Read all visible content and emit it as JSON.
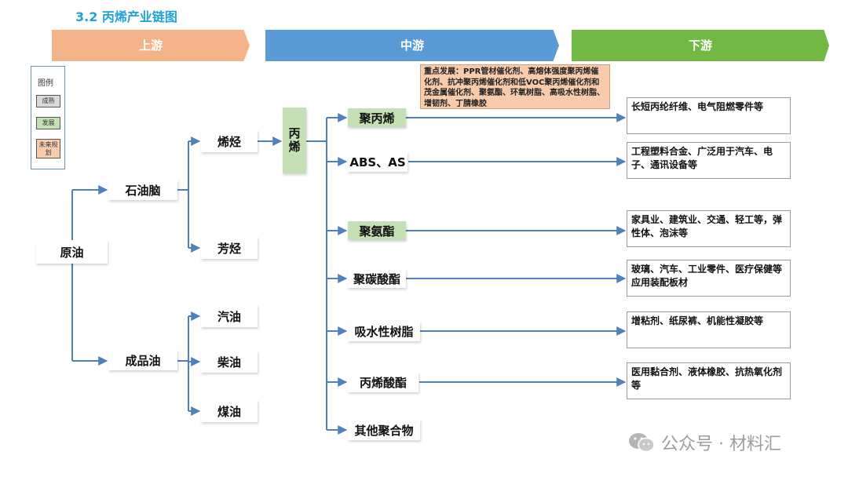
{
  "title": "3.2  丙烯产业链图",
  "banners": {
    "upstream": "上游",
    "midstream": "中游",
    "downstream": "下游"
  },
  "legend": {
    "title": "图例",
    "mature": "成熟",
    "developing": "发展",
    "future": "未来规划"
  },
  "colors": {
    "upstream": "#f4b48a",
    "midstream": "#5b9bd5",
    "downstream": "#72b844",
    "mature": "#d9d9d9",
    "developing": "#c5e0b4",
    "future": "#f8cbad"
  },
  "sources": {
    "crude_oil": "原油",
    "naphtha": "石油脑",
    "refined_oil": "成品油",
    "olefins": "烯烃",
    "aromatics": "芳烃",
    "gasoline": "汽油",
    "diesel": "柴油",
    "kerosene": "煤油"
  },
  "propylene": "丙烯",
  "note": "重点发展：PPR管材催化剂、高熔体强度聚丙烯催化剂、抗冲聚丙烯催化剂和低VOC聚丙烯催化剂和茂金属催化剂、聚氨酯、环氧树脂、高吸水性树脂、增韧剂、丁腈橡胶",
  "products": [
    {
      "name": "聚丙烯",
      "application": "长短丙纶纤维、电气阻燃零件等"
    },
    {
      "name": "ABS、AS",
      "application": "工程塑料合金、广泛用于汽车、电子、通讯设备等"
    },
    {
      "name": "聚氨酯",
      "application": "家具业、建筑业、交通、轻工等，弹性体、泡沫等"
    },
    {
      "name": "聚碳酸酯",
      "application": "玻璃、汽车、工业零件、医疗保健等应用装配板材"
    },
    {
      "name": "吸水性树脂",
      "application": "增粘剂、纸尿裤、机能性凝胶等"
    },
    {
      "name": "丙烯酸酯",
      "application": "医用黏合剂、液体橡胶、抗热氧化剂等"
    },
    {
      "name": "其他聚合物"
    }
  ],
  "watermark": "公众号 · 材料汇"
}
